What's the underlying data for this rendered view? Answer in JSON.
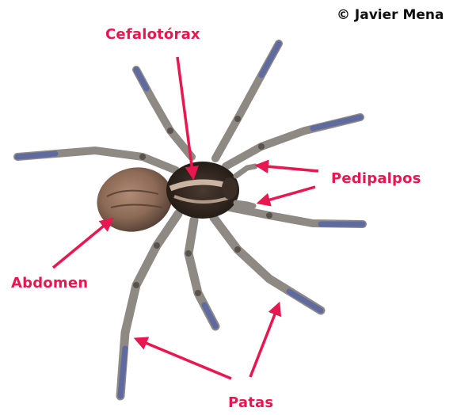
{
  "copyright": "© Javier Mena",
  "labels": {
    "cephalothorax": "Cefalotórax",
    "pedipalps": "Pedipalpos",
    "abdomen": "Abdomen",
    "legs": "Patas"
  },
  "colors": {
    "label": "#e8174f",
    "arrow": "#e8174f",
    "copyright": "#111111",
    "background": "#ffffff",
    "leg_gray": "#9a9490",
    "leg_blue_tips": "#5f6aa0",
    "abdomen_brown": "#8c6a56",
    "carapace_dark": "#2a211c",
    "carapace_band": "#cbb4a2"
  }
}
